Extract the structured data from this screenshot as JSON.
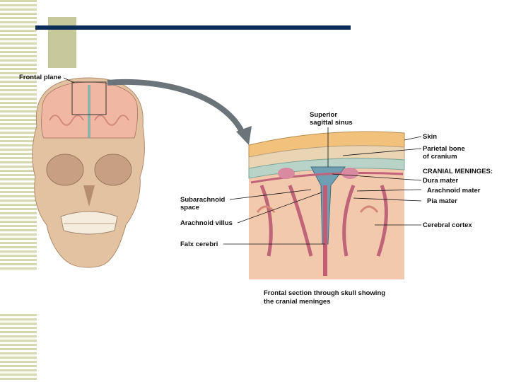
{
  "labels": {
    "frontal_plane": "Frontal plane",
    "superior_sagittal_sinus_1": "Superior",
    "superior_sagittal_sinus_2": "sagittal sinus",
    "skin": "Skin",
    "parietal_bone_1": "Parietal bone",
    "parietal_bone_2": "of cranium",
    "cranial_meninges": "CRANIAL MENINGES:",
    "dura_mater": "Dura mater",
    "arachnoid_mater": "Arachnoid mater",
    "pia_mater": "Pia mater",
    "subarachnoid_space_1": "Subarachnoid",
    "subarachnoid_space_2": "space",
    "arachnoid_villus": "Arachnoid villus",
    "falx_cerebri": "Falx cerebri",
    "cerebral_cortex": "Cerebral cortex",
    "caption_1": "Frontal section through skull showing",
    "caption_2": "the cranial meninges"
  },
  "colors": {
    "title_bar": "#0b2d57",
    "accent_box": "#c7c99b",
    "stripes": "#d6d9b0",
    "bone": "#e6c6a6",
    "brain": "#efb9a6",
    "dura": "#b9d3c8",
    "sinus": "#6f9fb3"
  }
}
